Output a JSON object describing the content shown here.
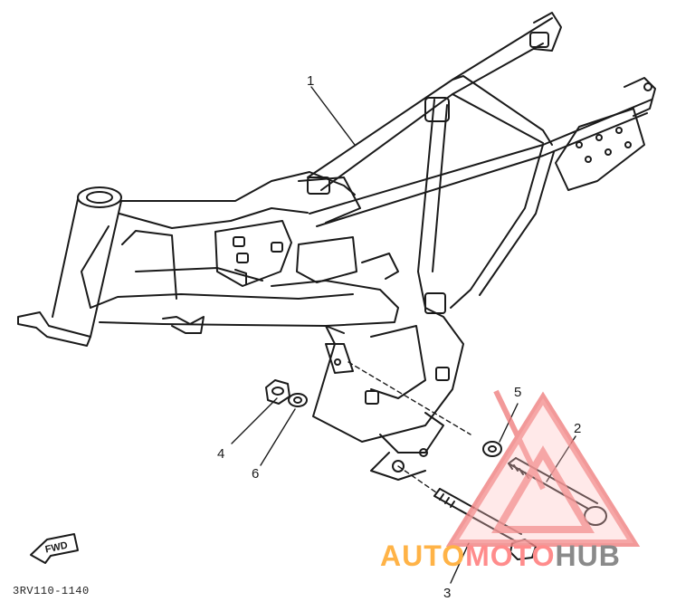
{
  "diagram": {
    "callouts": [
      "1",
      "2",
      "3",
      "4",
      "5",
      "6"
    ],
    "fwd_label": "FWD",
    "part_code": "3RV110-1140"
  },
  "watermark": {
    "part1": "AUTO",
    "part2": "MOTO",
    "part3": "HUB",
    "colors": {
      "auto": "#ffb347",
      "moto": "#ff8c8c",
      "hub": "#8a8a8a",
      "triangle": "#f08080"
    }
  }
}
